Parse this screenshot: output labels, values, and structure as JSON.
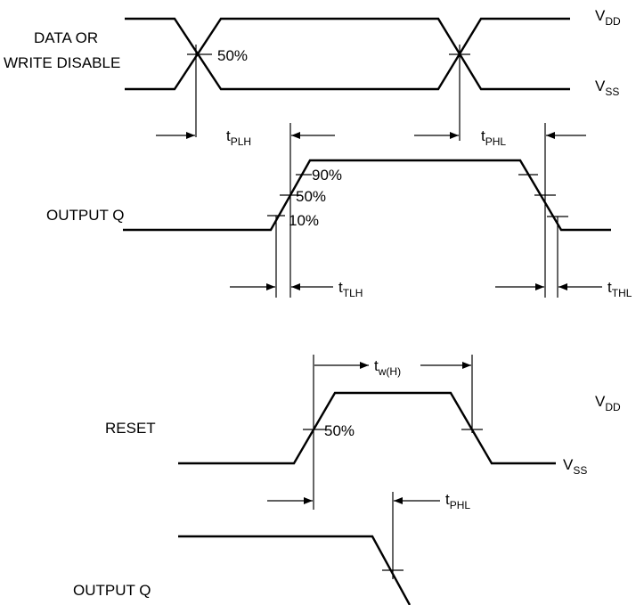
{
  "signals": {
    "data_write_disable_line1": "DATA OR",
    "data_write_disable_line2": "WRITE DISABLE",
    "output_q_top": "OUTPUT Q",
    "reset": "RESET",
    "output_q_bottom": "OUTPUT Q"
  },
  "levels": {
    "top_vdd": {
      "main": "V",
      "sub": "DD"
    },
    "top_vss": {
      "main": "V",
      "sub": "SS"
    },
    "reset_vdd": {
      "main": "V",
      "sub": "DD"
    },
    "reset_vss": {
      "main": "V",
      "sub": "SS"
    }
  },
  "percentages": {
    "data_50": "50%",
    "out_90": "90%",
    "out_50": "50%",
    "out_10": "10%",
    "reset_50": "50%"
  },
  "timings": {
    "tplh": {
      "main": "t",
      "sub": "PLH"
    },
    "tphl_top": {
      "main": "t",
      "sub": "PHL"
    },
    "ttlh": {
      "main": "t",
      "sub": "TLH"
    },
    "tthl": {
      "main": "t",
      "sub": "THL"
    },
    "tw_h": {
      "main": "t",
      "sub": "w(H)"
    },
    "tphl_bottom": {
      "main": "t",
      "sub": "PHL"
    }
  }
}
